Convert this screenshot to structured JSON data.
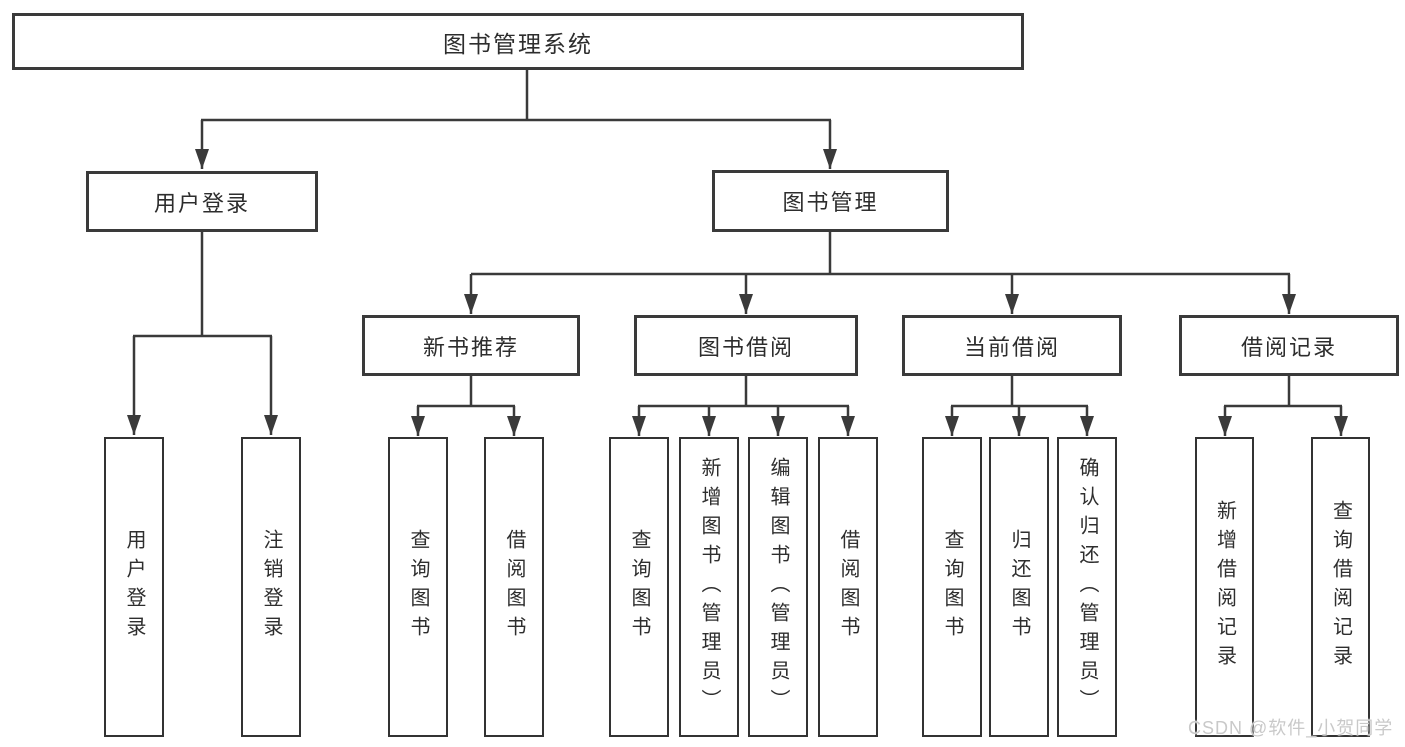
{
  "tree": {
    "root": "图书管理系统",
    "branches": [
      {
        "label": "用户登录",
        "children": [
          "用户登录",
          "注销登录"
        ]
      },
      {
        "label": "图书管理",
        "children": [
          {
            "label": "新书推荐",
            "children": [
              "查询图书",
              "借阅图书"
            ]
          },
          {
            "label": "图书借阅",
            "children": [
              "查询图书",
              "新增图书（管理员）",
              "编辑图书（管理员）",
              "借阅图书"
            ]
          },
          {
            "label": "当前借阅",
            "children": [
              "查询图书",
              "归还图书",
              "确认归还（管理员）"
            ]
          },
          {
            "label": "借阅记录",
            "children": [
              "新增借阅记录",
              "查询借阅记录"
            ]
          }
        ]
      }
    ]
  },
  "colors": {
    "line": "#3a3a3a",
    "box_border": "#333333",
    "text": "#2d2d2d",
    "watermark": "#c9c9c9"
  },
  "watermark": "CSDN @软件_小贺同学"
}
